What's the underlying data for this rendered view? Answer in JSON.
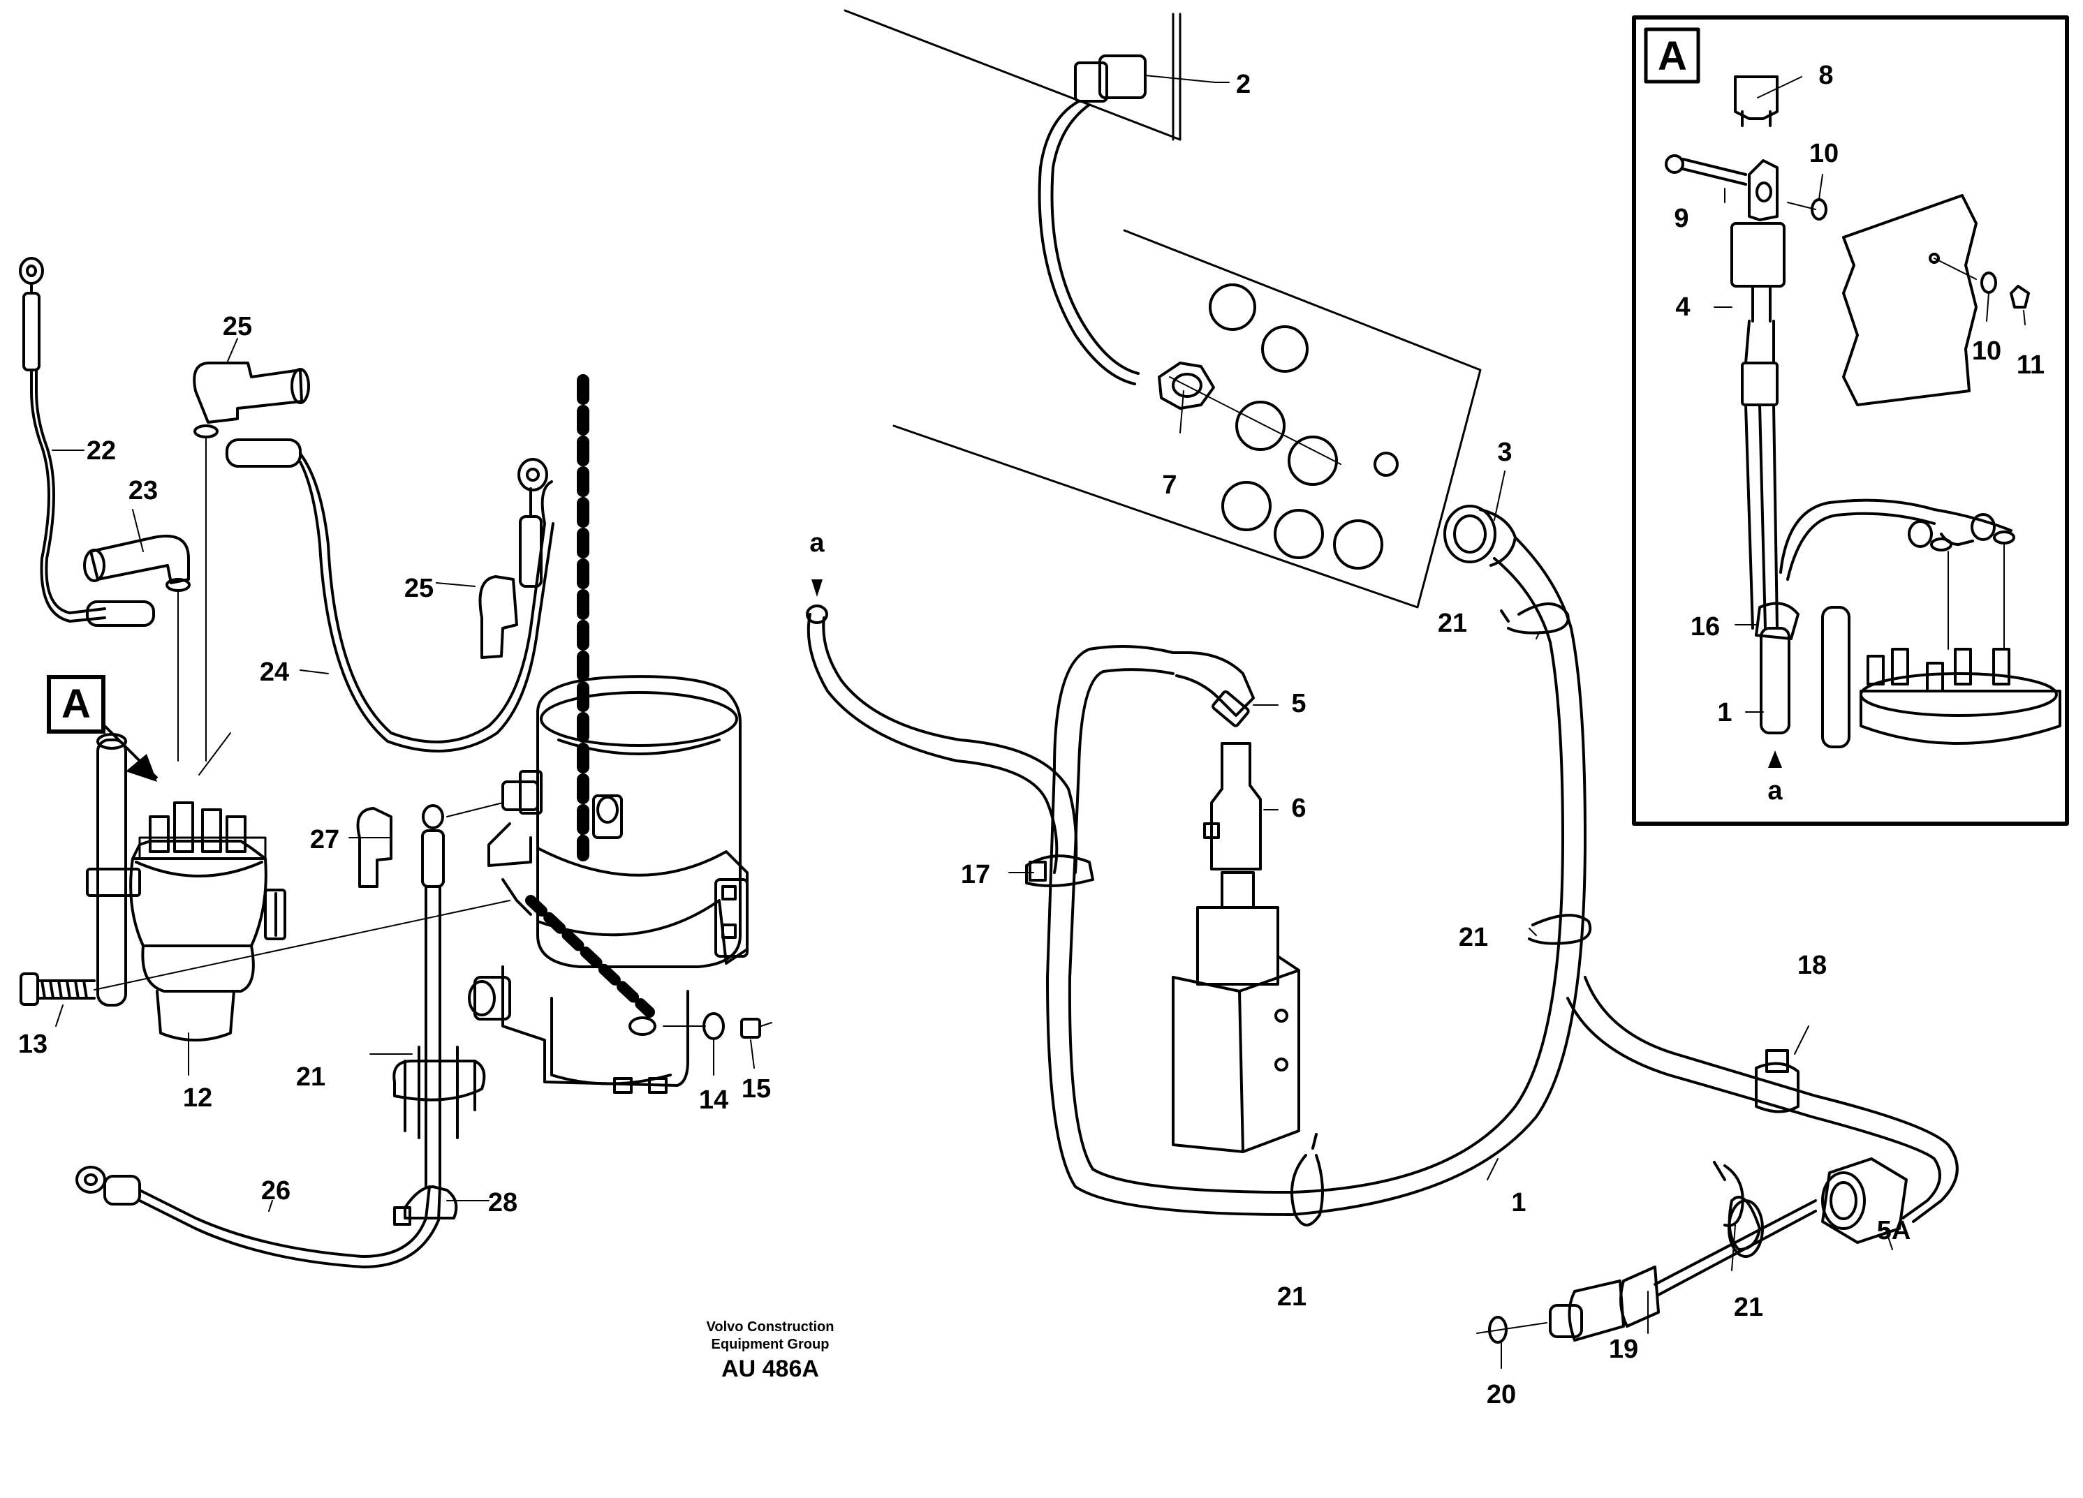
{
  "labels": {
    "p1": "1",
    "p2": "2",
    "p3": "3",
    "p4": "4",
    "p5": "5",
    "p5a": "5A",
    "p6": "6",
    "p7": "7",
    "p8": "8",
    "p9": "9",
    "p10": "10",
    "p11": "11",
    "p12": "12",
    "p13": "13",
    "p14": "14",
    "p15": "15",
    "p16": "16",
    "p17": "17",
    "p18": "18",
    "p19": "19",
    "p20": "20",
    "p21": "21",
    "p22": "22",
    "p23": "23",
    "p24": "24",
    "p25": "25",
    "p26": "26",
    "p27": "27",
    "p28": "28"
  },
  "detail_marker": "A",
  "connection_marker": "a",
  "footer": {
    "line1": "Volvo Construction",
    "line2": "Equipment Group",
    "code": "AU 486A"
  }
}
